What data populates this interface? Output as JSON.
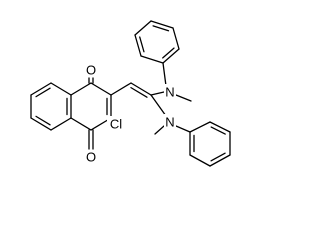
{
  "molecule": {
    "atoms": {
      "o_top": "O",
      "o_bottom": "O",
      "cl": "Cl",
      "n_upper": "N",
      "n_lower": "N"
    }
  },
  "colors": {
    "bond": "#000000",
    "label": "#000000",
    "background": "#ffffff"
  }
}
